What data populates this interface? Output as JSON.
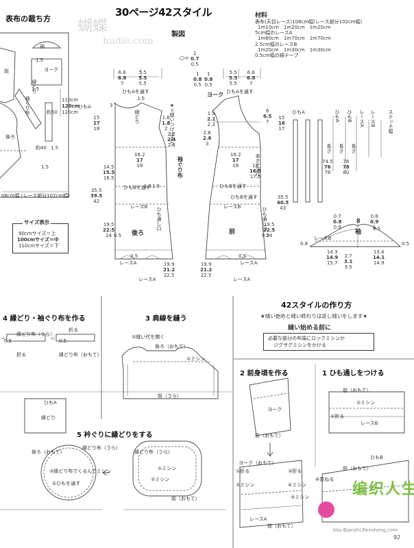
{
  "header": {
    "left_title": "表布の裁ち方",
    "main_title": "30ページ42スタイル",
    "watermark_cn": "蝴蝶",
    "watermark_url": "hudie.com",
    "kawa": "製図"
  },
  "materials": {
    "title": "材料",
    "lines": [
      "表布(天目レース)108cm幅(レース部分102cm幅)",
      "1m10cm　1m20cm　1m20cm",
      "5cm幅のレースA",
      "1m60cm　1m70cm　1m70cm",
      "2.5cm幅のレースB",
      "1m20cm　1m30cm　1m30cm",
      "0.5cm幅の綿テープ"
    ]
  },
  "layout_left": {
    "labels": [
      "袖",
      "ヨーク",
      "前",
      "縁どり",
      "袖ぐり布",
      "後ろ",
      "約50",
      "約40",
      "110cm",
      "120cm",
      "120cm",
      "ひもA"
    ],
    "width_label": "08cm幅 (レース部分102cm幅)",
    "numbers": [
      "1.5",
      "1.5",
      "1.5",
      "1.5"
    ]
  },
  "size_box": {
    "title": "サイズ表示",
    "lines": [
      "90cmサイズ＝上",
      "100cmサイズ＝中",
      "110cmサイズ＝下"
    ]
  },
  "back_pattern": {
    "labels": [
      "後ろ",
      "縁どり",
      "ひもAを通す",
      "ひもBを通す",
      "レースB",
      "ひも通し口",
      "レースA",
      "レースA",
      "袖ぐり布"
    ],
    "arrow_label": "後ろ",
    "numbers": {
      "shoulder": [
        "6.6",
        "6.8",
        "7"
      ],
      "neck": [
        "5.5",
        "5.5",
        "5.5"
      ],
      "top": [
        "1",
        "0.8",
        "0.5"
      ],
      "circle": [
        "1",
        "0.7",
        "0.5"
      ],
      "side_a": [
        "1.6",
        "1.8",
        "2"
      ],
      "side_b": [
        "2.2",
        "2.4",
        "2.6"
      ],
      "mid": [
        "16.2",
        "17",
        "18"
      ],
      "left_a": [
        "15",
        "17",
        "18"
      ],
      "left_b": [
        "14.5",
        "15.5",
        "16.5"
      ],
      "left_c": [
        "35.5",
        "39.5",
        "42"
      ],
      "left_d": [
        "19.5",
        "22.5",
        "24"
      ],
      "bottom": [
        "19.9",
        "21.2",
        "22.5"
      ],
      "hem": [
        "0.5",
        "0.5"
      ],
      "misc": [
        "3",
        "1.5",
        "1.5",
        "1.5"
      ]
    }
  },
  "front_pattern": {
    "labels": [
      "前",
      "ヨーク",
      "ひもAを通す",
      "ひもBを通す",
      "ひもBを通す",
      "レースB",
      "レースA",
      "レースA",
      "あき止まり",
      "ひもA",
      "ひも通し口"
    ],
    "arrow_label": "前",
    "numbers": {
      "shoulder": [
        "5.5",
        "5.5",
        "5.5"
      ],
      "neck": [
        "6.6",
        "6.8",
        "7"
      ],
      "top": [
        "1",
        "0.8",
        "0.5"
      ],
      "side_a": [
        "1.9",
        "2.1",
        "2.3"
      ],
      "side_b": [
        "2.6",
        "2.8",
        "3"
      ],
      "mid": [
        "16.2",
        "17",
        "18"
      ],
      "right_a": [
        "6",
        "6.5",
        "7"
      ],
      "right_b": [
        "15",
        "16",
        "17"
      ],
      "right_c": [
        "15",
        "16.5",
        "17.5"
      ],
      "right_d": [
        "35.5",
        "40.5",
        "43"
      ],
      "right_e": [
        "19.5",
        "22.5",
        "24"
      ],
      "bottom": [
        "19.9",
        "21.2",
        "22.5"
      ],
      "hem": [
        "0.5",
        "0.5"
      ]
    },
    "vertical_note": "★=縫いつけ止まり"
  },
  "string_table": {
    "headers": [
      "ひもA",
      "ひもB",
      "レースA",
      "レースB",
      "ステッチ幅"
    ],
    "cols": [
      [
        "74.5",
        "76",
        "78"
      ],
      [
        "76",
        "78",
        "80"
      ]
    ],
    "note": [
      "長さ",
      "長さ",
      "長さ"
    ]
  },
  "sleeve_pattern": {
    "label": "袖",
    "lace": "レースB",
    "numbers": {
      "top_left": [
        "0.7",
        "0.8",
        "0.9"
      ],
      "top_mid": [
        "8"
      ],
      "top_right": [
        "0.8",
        "0.9",
        "1"
      ],
      "bottom_left": [
        "14.3",
        "14.9",
        "15.7"
      ],
      "bottom_mid": [
        "2.7",
        "3.1",
        "3.5"
      ],
      "bottom_right": [
        "13.4",
        "14.1",
        "14.9"
      ],
      "sides": [
        "0.8",
        "0.5",
        "0.5"
      ]
    }
  },
  "how_to": {
    "title": "42スタイルの作り方",
    "sub": "★縫い始めと縫い終わりは返し縫いをします★",
    "before_title": "縫い始める前に",
    "before_lines": [
      "必要な部分の布端にロックミシンか",
      "ジグザグミシンをかける"
    ]
  },
  "steps": {
    "s4": {
      "title": "4 縁どり・袖ぐり布を作る",
      "labels": [
        "縁どり布（うら）",
        "折る",
        "折る",
        "縁どり布（おもて）",
        "0.5",
        "0.5"
      ]
    },
    "s3": {
      "title": "3 肩線を縫う",
      "labels": [
        "②縫い代を開く",
        "後ろ（おもて）",
        "①ミシン",
        "前（うら）"
      ]
    },
    "s2": {
      "title": "2 前身頃を作る",
      "labels": [
        "ヨーク",
        "前（おもて）",
        "ヨーク（おもて）",
        "①折る",
        "②ミシン",
        "③折る",
        "④ミシン",
        "⑤ミシン",
        "⑥重ねる",
        "レースA",
        "前（おもて）"
      ]
    },
    "s1": {
      "title": "1 ひも通しをつける",
      "labels": [
        "前（おもて）",
        "②ミシン",
        "①折る",
        "レースB",
        "ひもB",
        "前（おもて）"
      ]
    },
    "s5": {
      "title": "5 衿ぐりに縁どりをする",
      "labels": [
        "ひもA",
        "縁どり",
        "後ろ（おもて）",
        "縁どり布（うら）",
        "③縁どり布でくるんでミシン",
        "④ひもを通す",
        "縁どり布（うら）",
        "①ミシン",
        "②ミシン",
        "前（おもて）"
      ]
    }
  },
  "footer": {
    "logo_cn": "编织人生",
    "site": "bbs.Bianzhi.Rensheng.com",
    "page": "92"
  }
}
